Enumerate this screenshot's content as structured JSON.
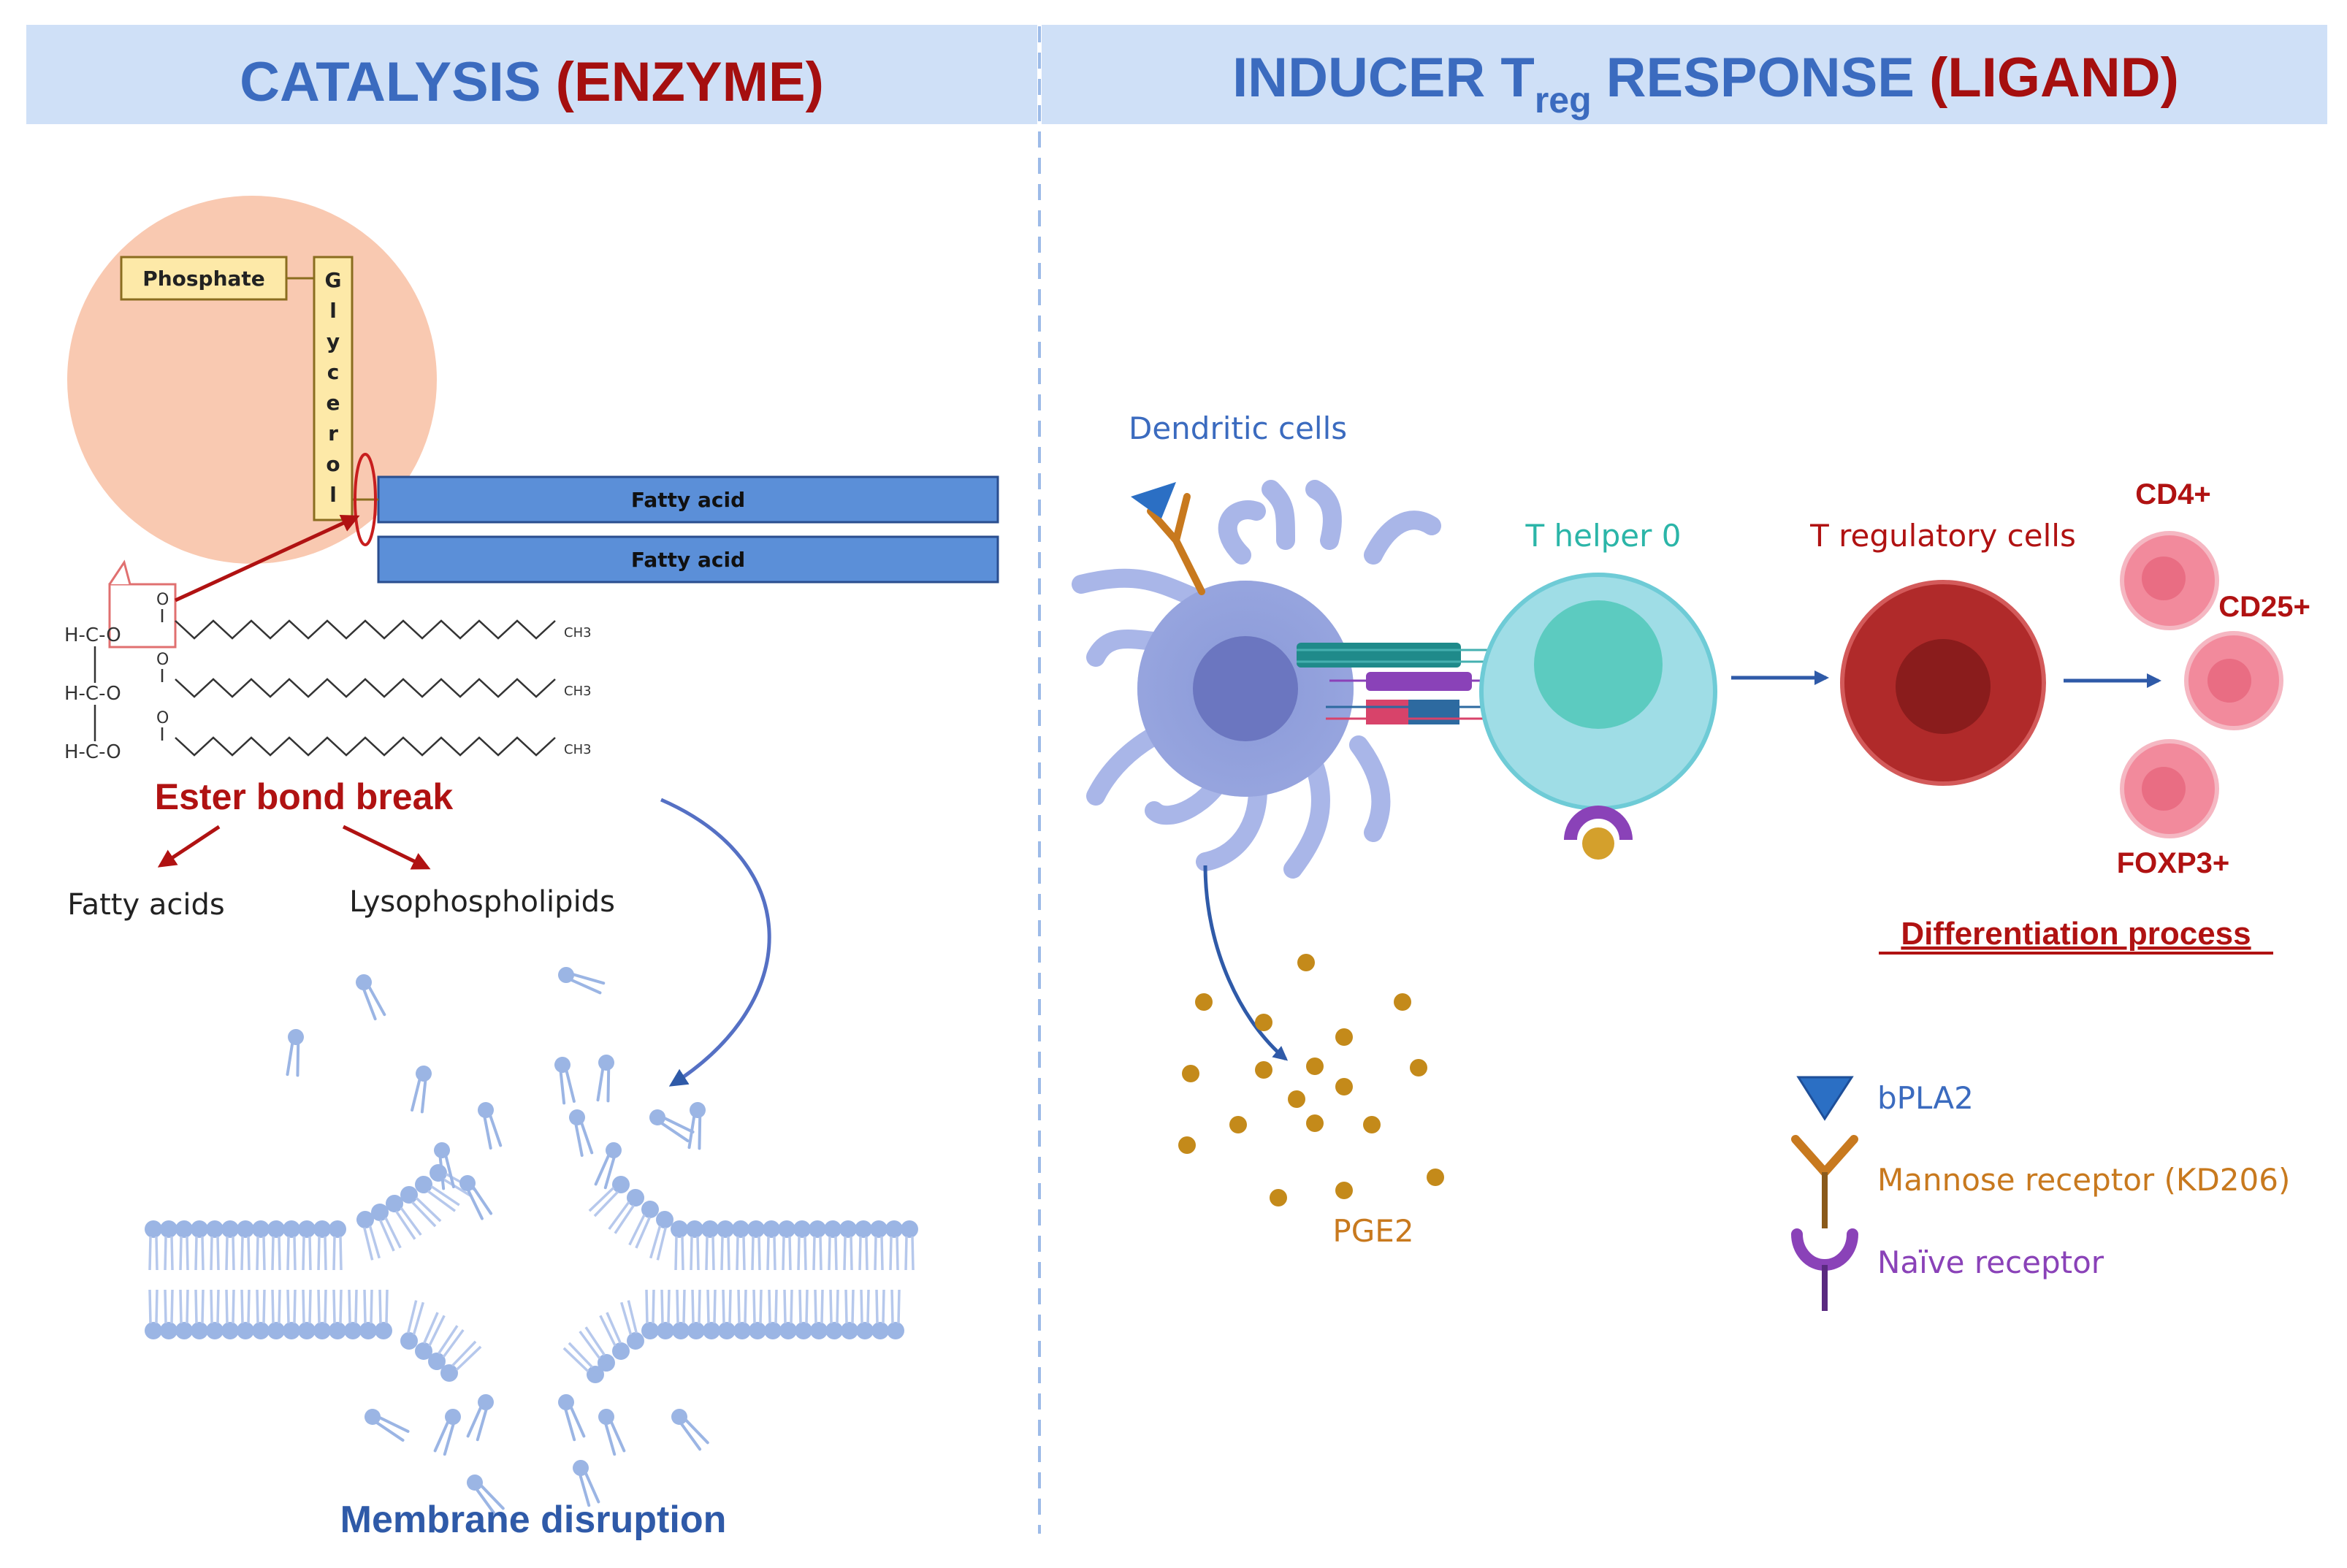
{
  "headers": {
    "left": {
      "main": "CATALYSIS",
      "paren": "(ENZYME)"
    },
    "right": {
      "pre": "INDUCER T",
      "sub": "reg",
      "post": "RESPONSE",
      "paren": "(LIGAND)"
    }
  },
  "catalysis": {
    "phosphate": "Phosphate",
    "glycerol_letters": [
      "G",
      "l",
      "y",
      "c",
      "e",
      "r",
      "o",
      "l"
    ],
    "fatty_acid_1": "Fatty acid",
    "fatty_acid_2": "Fatty acid",
    "hco": [
      "H-C-O",
      "H-C-O",
      "H-C-O"
    ],
    "ch3": [
      "CH3",
      "CH3",
      "CH3"
    ],
    "ester_bond_break": "Ester bond break",
    "fatty_acids": "Fatty acids",
    "lysophospholipids": "Lysophospholipids",
    "membrane_disruption": "Membrane disruption"
  },
  "immune": {
    "dendritic_cells": "Dendritic cells",
    "t_helper_0": "T helper 0",
    "t_regulatory": "T regulatory cells",
    "cd4": "CD4+",
    "cd25": "CD25+",
    "foxp3": "FOXP3+",
    "differentiation": "Differentiation process",
    "pge2": "PGE2"
  },
  "legend": {
    "bpla2": "bPLA2",
    "mannose": "Mannose receptor (KD206)",
    "naive": "Naïve receptor"
  },
  "colors": {
    "header_bg": "#cfe0f7",
    "header_blue": "#3b6bbf",
    "dark_red": "#a50f0f",
    "fatty_acid_bar": "#5b8fd8",
    "lipid": "#9bb5e4",
    "pge2_dot": "#c48a1a",
    "mannose": "#c8791e",
    "naive": "#8a42b8",
    "bpla2": "#2b6fc4"
  }
}
